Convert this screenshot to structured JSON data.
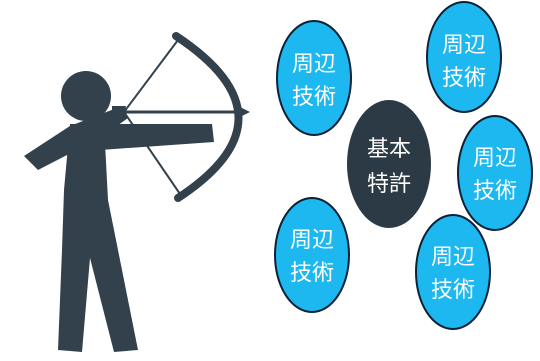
{
  "colors": {
    "figure": "#33414D",
    "peripheral_fill": "#1DB8F0",
    "peripheral_stroke": "#0B2236",
    "peripheral_text": "#FFFFFF",
    "core_fill": "#2B3A44",
    "core_text": "#FFFFFF"
  },
  "icons": {
    "archer": "archer-icon",
    "bow": "bow-icon",
    "arrow": "arrow-icon"
  },
  "core": {
    "line1": "基本",
    "line2": "特許"
  },
  "peripherals": [
    {
      "line1": "周辺",
      "line2": "技術"
    },
    {
      "line1": "周辺",
      "line2": "技術"
    },
    {
      "line1": "周辺",
      "line2": "技術"
    },
    {
      "line1": "周辺",
      "line2": "技術"
    },
    {
      "line1": "周辺",
      "line2": "技術"
    }
  ]
}
